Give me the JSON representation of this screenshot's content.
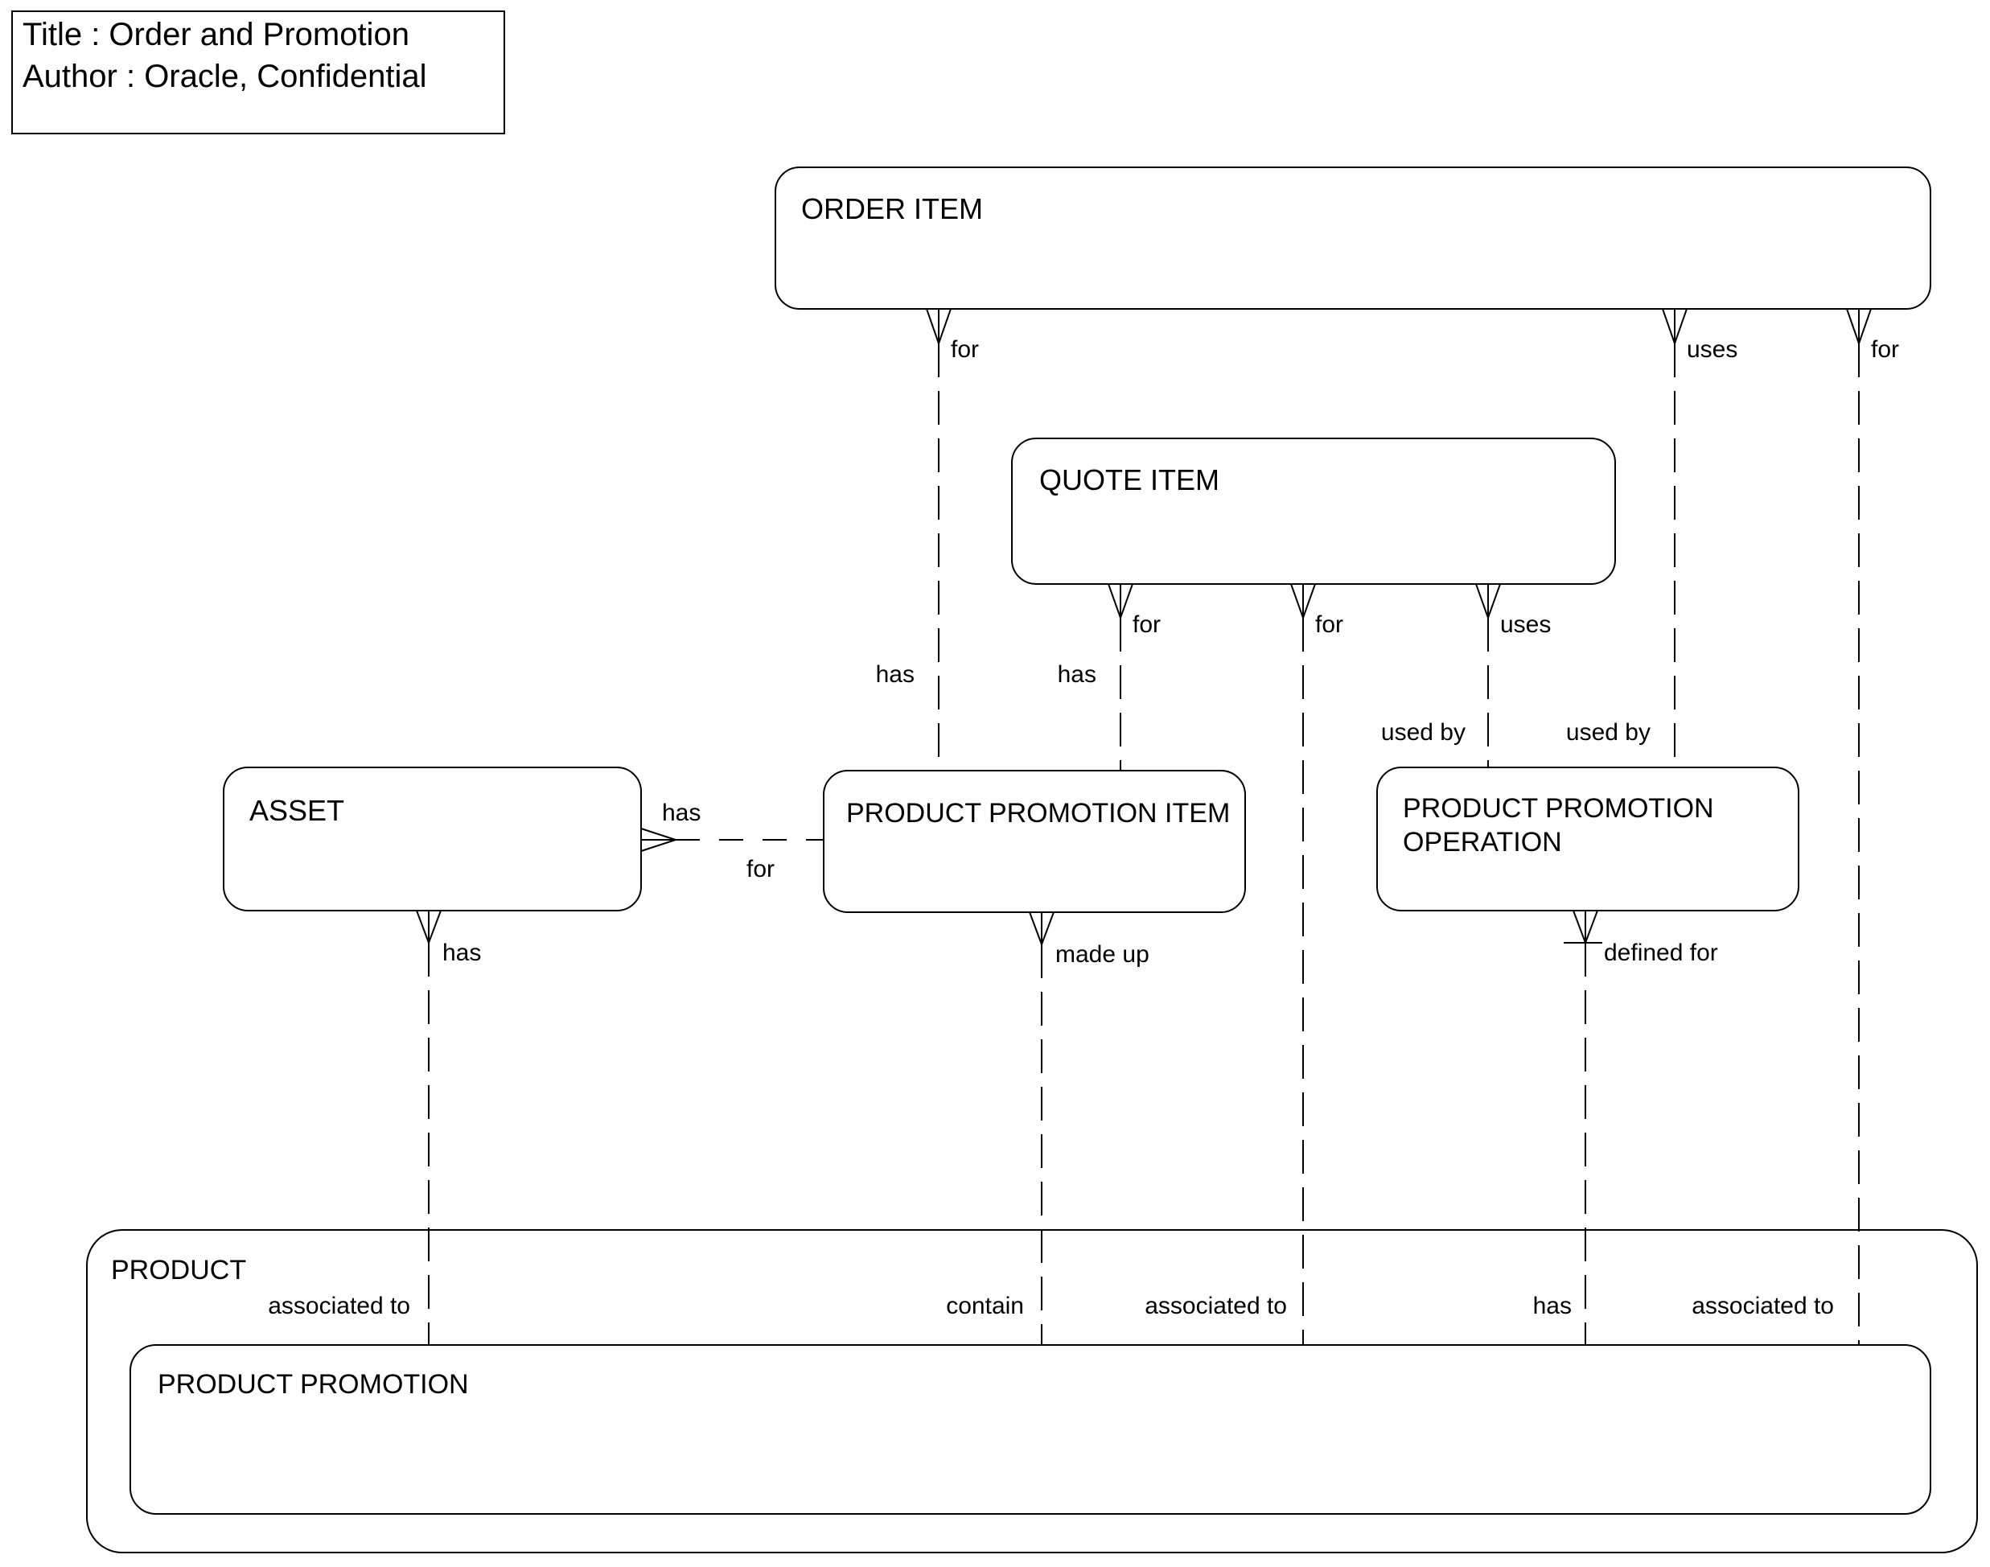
{
  "title_block": {
    "line1": "Title : Order and Promotion",
    "line2": "Author : Oracle, Confidential"
  },
  "entities": {
    "order_item": {
      "label": "ORDER ITEM"
    },
    "quote_item": {
      "label": "QUOTE ITEM"
    },
    "asset": {
      "label": "ASSET"
    },
    "product_promotion_item": {
      "label": "PRODUCT PROMOTION ITEM"
    },
    "product_promotion_operation": {
      "label_line1": "PRODUCT PROMOTION",
      "label_line2": "OPERATION"
    },
    "product": {
      "label": "PRODUCT"
    },
    "product_promotion": {
      "label": "PRODUCT PROMOTION"
    }
  },
  "relationships": {
    "order_item_to_promotion_item": {
      "near": "for",
      "far": "has"
    },
    "quote_item_to_promotion_item": {
      "near": "for",
      "far": "has"
    },
    "quote_item_to_product_promotion": {
      "near": "for",
      "far": "associated to"
    },
    "quote_item_to_promotion_operation": {
      "near": "uses",
      "far": "used by"
    },
    "order_item_to_promotion_operation": {
      "near": "uses",
      "far": "used by"
    },
    "order_item_to_product_promotion": {
      "near": "for",
      "far": "associated to"
    },
    "asset_to_product_promotion": {
      "near": "has",
      "far": "associated to"
    },
    "promotion_item_to_product_promotion": {
      "near": "made up",
      "far": "contain"
    },
    "promotion_operation_to_product_promotion": {
      "near": "defined for",
      "far": "has"
    },
    "asset_to_promotion_item": {
      "above": "has",
      "below": "for"
    }
  },
  "colors": {
    "background": "#ffffff",
    "line": "#000000",
    "text": "#000000"
  }
}
